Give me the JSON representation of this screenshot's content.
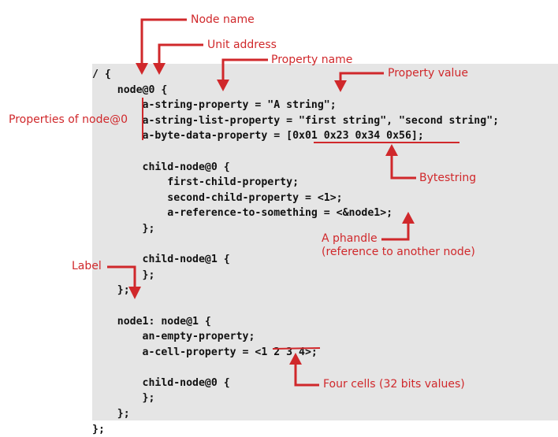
{
  "code_lines": [
    "/ {",
    "    node@0 {",
    "        a-string-property = \"A string\";",
    "        a-string-list-property = \"first string\", \"second string\";",
    "        a-byte-data-property = [0x01 0x23 0x34 0x56];",
    "",
    "        child-node@0 {",
    "            first-child-property;",
    "            second-child-property = <1>;",
    "            a-reference-to-something = <&node1>;",
    "        };",
    "",
    "        child-node@1 {",
    "        };",
    "    };",
    "",
    "    node1: node@1 {",
    "        an-empty-property;",
    "        a-cell-property = <1 2 3 4>;",
    "",
    "        child-node@0 {",
    "        };",
    "    };",
    "};"
  ],
  "annotations": {
    "node_name": "Node name",
    "unit_address": "Unit address",
    "property_name": "Property name",
    "property_value": "Property value",
    "properties_of_node": "Properties of node@0",
    "bytestring": "Bytestring",
    "phandle_line1": "A phandle",
    "phandle_line2": "(reference to another node)",
    "label": "Label",
    "four_cells": "Four cells (32 bits values)"
  },
  "colors": {
    "annotation": "#d0282b",
    "code_background": "#e5e5e5",
    "code_text": "#111111"
  }
}
